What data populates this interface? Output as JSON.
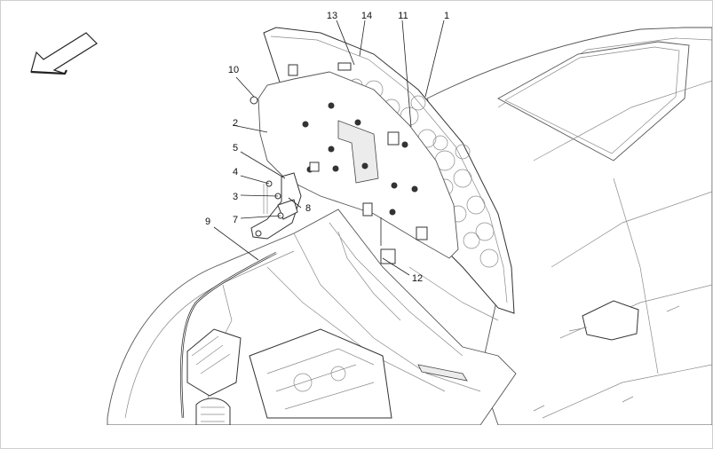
{
  "callouts": [
    {
      "id": "1",
      "label": "1"
    },
    {
      "id": "2",
      "label": "2"
    },
    {
      "id": "3",
      "label": "3"
    },
    {
      "id": "4",
      "label": "4"
    },
    {
      "id": "5",
      "label": "5"
    },
    {
      "id": "7",
      "label": "7"
    },
    {
      "id": "8",
      "label": "8"
    },
    {
      "id": "9",
      "label": "9"
    },
    {
      "id": "10",
      "label": "10"
    },
    {
      "id": "11",
      "label": "11"
    },
    {
      "id": "12",
      "label": "12"
    },
    {
      "id": "13",
      "label": "13"
    },
    {
      "id": "14",
      "label": "14"
    }
  ],
  "icons": {
    "direction_arrow": "front-direction-arrow-icon"
  }
}
